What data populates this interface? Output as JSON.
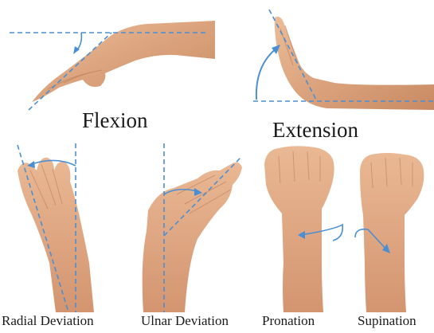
{
  "labels": {
    "flexion": "Flexion",
    "extension": "Extension",
    "radial_deviation": "Radial Deviation",
    "ulnar_deviation": "Ulnar Deviation",
    "pronation": "Pronation",
    "supination": "Supination"
  },
  "colors": {
    "guide_line": "#4a8fd4",
    "skin": "#e0a57e",
    "skin_shadow": "#c98a63",
    "text": "#1a1a1a"
  }
}
